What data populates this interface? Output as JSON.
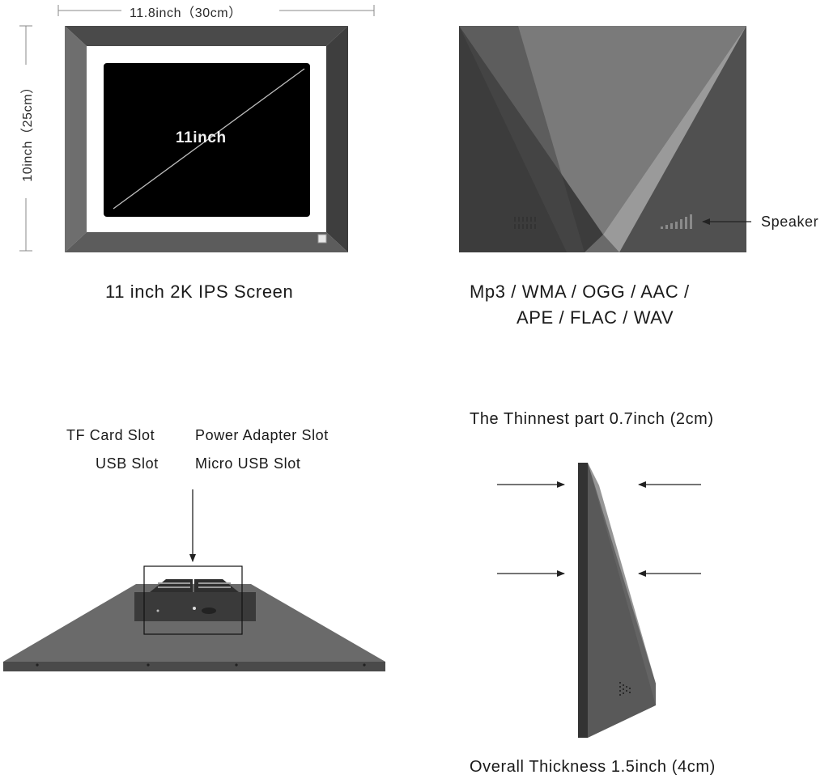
{
  "front": {
    "width_label": "11.8inch（30cm）",
    "height_label": "10inch（25cm）",
    "diagonal_label": "11inch",
    "caption": "11 inch 2K IPS Screen"
  },
  "back": {
    "speaker_label": "Speaker",
    "formats_line1": "Mp3 / WMA / OGG / AAC /",
    "formats_line2": "APE / FLAC / WAV"
  },
  "bottom": {
    "tf_slot": "TF Card Slot",
    "power_slot": "Power Adapter Slot",
    "usb_slot": "USB Slot",
    "micro_usb_slot": "Micro USB Slot"
  },
  "side": {
    "thinnest": "The Thinnest part 0.7inch (2cm)",
    "overall": "Overall Thickness 1.5inch (4cm)"
  },
  "colors": {
    "frame": "#5a5a5a",
    "screen": "#000000",
    "back_panel": "#5c5c5c",
    "arrow": "#222222"
  }
}
